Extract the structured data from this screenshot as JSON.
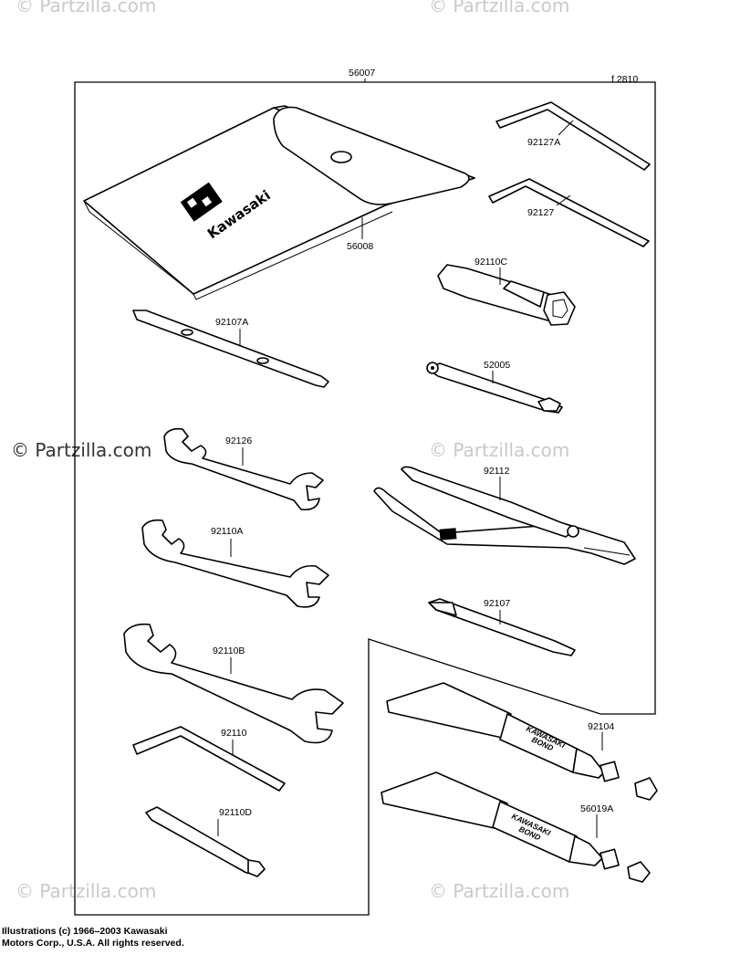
{
  "watermarks": {
    "top_left": "© Partzilla.com",
    "top_right": "© Partzilla.com",
    "mid_left": "© Partzilla.com",
    "mid_right": "© Partzilla.com",
    "bottom_left": "© Partzilla.com",
    "bottom_right": "© Partzilla.com"
  },
  "diagram": {
    "figure_code": "f 2810",
    "brand_on_pouch": "Kawasaki",
    "tube_text_line1": "KAWASAKI",
    "tube_text_line2": "BOND",
    "parts": [
      {
        "ref": "56007"
      },
      {
        "ref": "56008"
      },
      {
        "ref": "92127A"
      },
      {
        "ref": "92127"
      },
      {
        "ref": "92110C"
      },
      {
        "ref": "92107A"
      },
      {
        "ref": "52005"
      },
      {
        "ref": "92126"
      },
      {
        "ref": "92112"
      },
      {
        "ref": "92110A"
      },
      {
        "ref": "92107"
      },
      {
        "ref": "92110B"
      },
      {
        "ref": "92104"
      },
      {
        "ref": "92110"
      },
      {
        "ref": "92110D"
      },
      {
        "ref": "56019A"
      }
    ]
  },
  "copyright": {
    "line1": "Illustrations (c) 1966–2003 Kawasaki",
    "line2": "Motors Corp., U.S.A.  All rights reserved."
  }
}
